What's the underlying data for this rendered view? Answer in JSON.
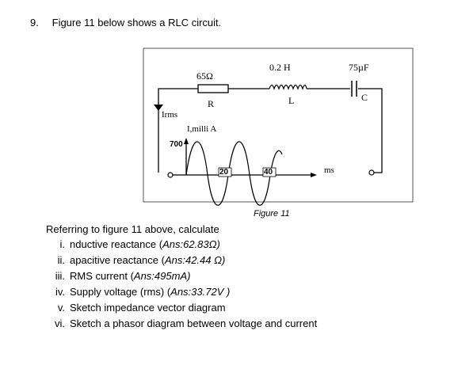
{
  "question": {
    "number": "9.",
    "text": "Figure 11 below shows a RLC circuit."
  },
  "figure": {
    "caption": "Figure 11",
    "labels": {
      "resistance": "65Ω",
      "resistor_symbol": "R",
      "inductance": "0.2  H",
      "inductor_symbol": "L",
      "capacitance": "75µF",
      "capacitor_symbol": "C",
      "current_label": "Irms",
      "waveform_axis": "I,milli A",
      "peak_value": "700",
      "tick_1": "20",
      "tick_2": "40",
      "time_unit": "ms"
    }
  },
  "prompt": "Referring to figure 11 above, calculate",
  "items": [
    {
      "num": "i.",
      "text": "nductive reactance (",
      "ans": "Ans:",
      "value": "62.83Ω)"
    },
    {
      "num": "ii.",
      "text": "apacitive reactance (",
      "ans": "Ans:",
      "value": "42.44 Ω)"
    },
    {
      "num": "iii.",
      "text": "RMS current (",
      "ans": "Ans:",
      "value": "495mA)"
    },
    {
      "num": "iv.",
      "text": "Supply voltage (rms) (",
      "ans": "Ans:",
      "value": "33.72V )"
    },
    {
      "num": "v.",
      "text": "Sketch impedance vector diagram",
      "ans": "",
      "value": ""
    },
    {
      "num": "vi.",
      "text": "Sketch a phasor diagram between voltage and current",
      "ans": "",
      "value": ""
    }
  ]
}
